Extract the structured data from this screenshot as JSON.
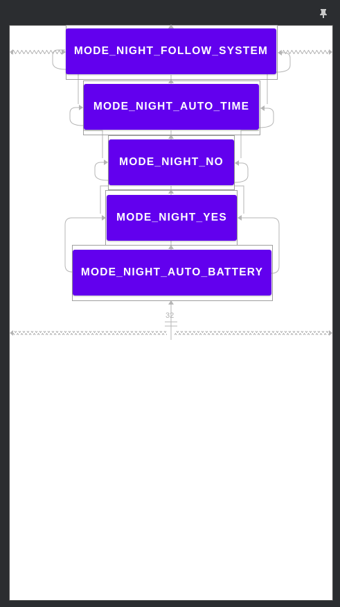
{
  "buttons": {
    "follow_system": "MODE_NIGHT_FOLLOW_SYSTEM",
    "auto_time": "MODE_NIGHT_AUTO_TIME",
    "no": "MODE_NIGHT_NO",
    "yes": "MODE_NIGHT_YES",
    "auto_battery": "MODE_NIGHT_AUTO_BATTERY"
  },
  "bottom_margin_label": "32",
  "colors": {
    "button_bg": "#6200ee",
    "button_text": "#ffffff",
    "editor_bg": "#2b2d30",
    "canvas_bg": "#ffffff",
    "constraint_line": "#b5b5b5"
  },
  "icons": {
    "top_right": "pin-icon"
  }
}
